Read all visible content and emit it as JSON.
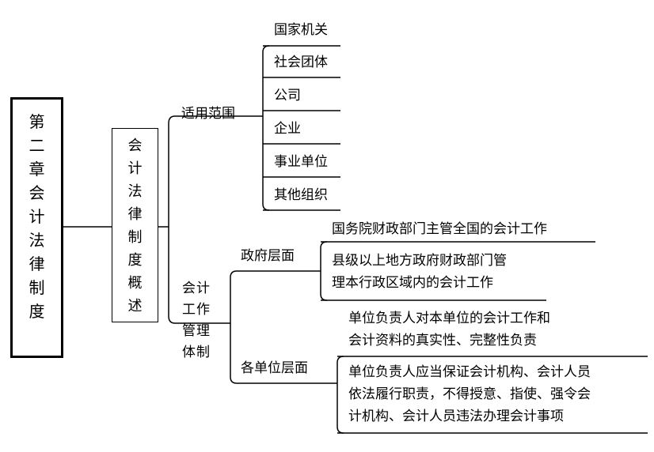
{
  "root": {
    "label": "第二章会计法律制度"
  },
  "main": {
    "label": "会计法律制度概述"
  },
  "scope": {
    "label": "适用范围",
    "items": [
      "国家机关",
      "社会团体",
      "公司",
      "企业",
      "事业单位",
      "其他组织"
    ]
  },
  "system": {
    "label": "会计工作管理体制",
    "government": {
      "label": "政府层面",
      "items": [
        "国务院财政部门主管全国的会计工作",
        "县级以上地方政府财政部门管\n理本行政区域内的会计工作"
      ]
    },
    "unit": {
      "label": "各单位层面",
      "items": [
        "单位负责人对本单位的会计工作和\n会计资料的真实性、完整性负责",
        "单位负责人应当保证会计机构、会计人员\n依法履行职责，不得授意、指使、强令会\n计机构、会计人员违法办理会计事项"
      ]
    }
  }
}
